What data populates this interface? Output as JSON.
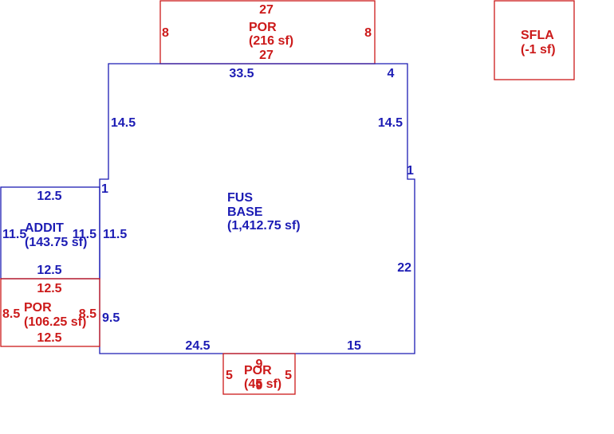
{
  "colors": {
    "living": "#1c1cb4",
    "porch": "#cc1a1a"
  },
  "areas": {
    "fus_base": {
      "name_line1": "FUS",
      "name_line2": "BASE",
      "area": "(1,412.75 sf)",
      "dims": {
        "top_left": "33.5",
        "top_right": "4",
        "left_upper": "14.5",
        "right_upper": "14.5",
        "left_jog": "1",
        "right_jog": "1",
        "left_mid": "11.5",
        "left_lower": "9.5",
        "right_lower": "22",
        "bottom_left": "24.5",
        "bottom_right": "15"
      }
    },
    "addit": {
      "name": "ADDIT",
      "area": "(143.75 sf)",
      "dims": {
        "top": "12.5",
        "bottom": "12.5",
        "left": "11.5",
        "right": "11.5"
      }
    },
    "por_top": {
      "name": "POR",
      "area": "(216 sf)",
      "dims": {
        "top": "27",
        "bottom": "27",
        "left": "8",
        "right": "8"
      }
    },
    "por_left": {
      "name": "POR",
      "area": "(106.25 sf)",
      "dims": {
        "top": "12.5",
        "bottom": "12.5",
        "left": "8.5",
        "right": "8.5"
      }
    },
    "por_bottom": {
      "name": "POR",
      "area": "(45 sf)",
      "dims": {
        "top": "9",
        "bottom": "9",
        "left": "5",
        "right": "5"
      }
    },
    "sfla": {
      "name": "SFLA",
      "area": "(-1 sf)"
    }
  }
}
